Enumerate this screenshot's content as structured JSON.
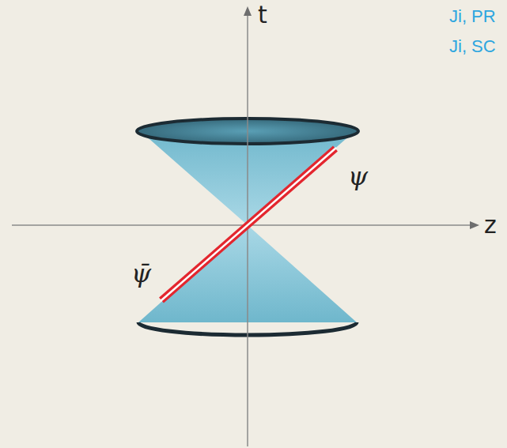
{
  "diagram": {
    "labels": [
      "t",
      "z",
      "ψ",
      "ψ̄",
      "Ji, PR",
      "Ji, SC"
    ]
  }
}
